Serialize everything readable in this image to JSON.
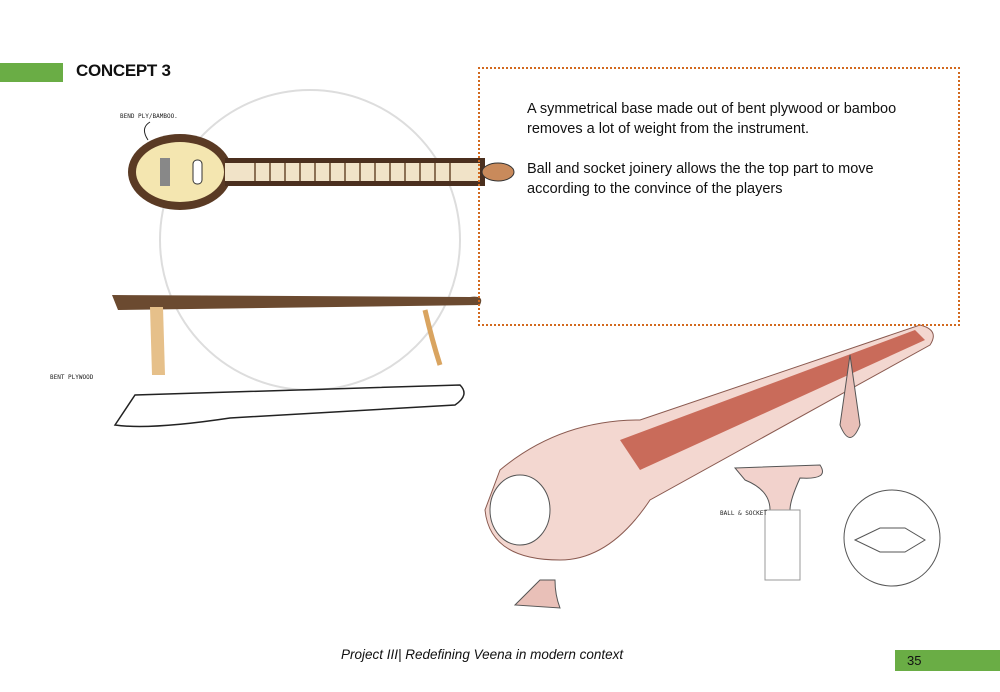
{
  "title": "CONCEPT 3",
  "description": [
    "A symmetrical base made out of bent plywood or bamboo removes a lot of weight from the instrument.",
    "Ball and socket joinery allows the the top part to move according to the convince of  the players"
  ],
  "sketch_labels": {
    "top": "BEND PLY/BAMBOO.",
    "side": "BENT PLYWOOD",
    "joint": "BALL & SOCKET"
  },
  "footer": "Project III| Redefining Veena in modern context",
  "page_number": "35",
  "colors": {
    "accent": "#6aad45",
    "box_border": "#d2691e"
  }
}
